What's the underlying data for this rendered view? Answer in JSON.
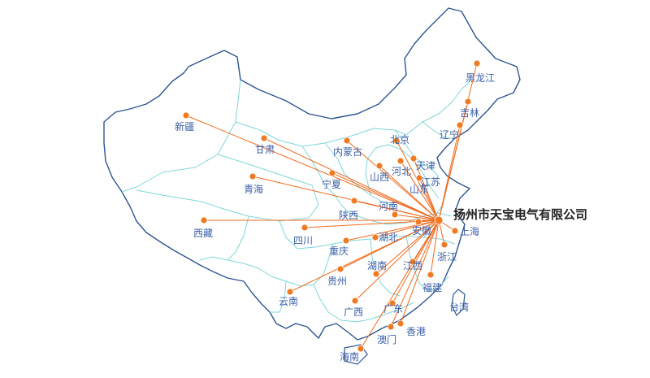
{
  "hub": {
    "name": "扬州市天宝电气有限公司"
  },
  "colors": {
    "route": "#f06a1e",
    "dot": "#f07a22",
    "outline": "#2e5590",
    "inner_border": "#7fd6d8",
    "label": "#3b5fa8"
  },
  "provinces": [
    {
      "id": "xinjiang",
      "name": "新疆"
    },
    {
      "id": "gansu",
      "name": "甘肃"
    },
    {
      "id": "neimenggu",
      "name": "内蒙古"
    },
    {
      "id": "beijing",
      "name": "北京"
    },
    {
      "id": "tianjin",
      "name": "天津"
    },
    {
      "id": "hebei",
      "name": "河北"
    },
    {
      "id": "shanxi",
      "name": "山西"
    },
    {
      "id": "ningxia",
      "name": "宁夏"
    },
    {
      "id": "qinghai",
      "name": "青海"
    },
    {
      "id": "shandong",
      "name": "山东"
    },
    {
      "id": "heilongjiang",
      "name": "黑龙江"
    },
    {
      "id": "jilin",
      "name": "吉林"
    },
    {
      "id": "liaoning",
      "name": "辽宁"
    },
    {
      "id": "shaanxi",
      "name": "陕西"
    },
    {
      "id": "henan",
      "name": "河南"
    },
    {
      "id": "xizang",
      "name": "西藏"
    },
    {
      "id": "sichuan",
      "name": "四川"
    },
    {
      "id": "hubei",
      "name": "湖北"
    },
    {
      "id": "anhui",
      "name": "安徽"
    },
    {
      "id": "shanghai",
      "name": "上海"
    },
    {
      "id": "zhejiang",
      "name": "浙江"
    },
    {
      "id": "chongqing",
      "name": "重庆"
    },
    {
      "id": "hunan",
      "name": "湖南"
    },
    {
      "id": "jiangxi",
      "name": "江西"
    },
    {
      "id": "guizhou",
      "name": "贵州"
    },
    {
      "id": "fujian",
      "name": "福建"
    },
    {
      "id": "yunnan",
      "name": "云南"
    },
    {
      "id": "guangxi",
      "name": "广西"
    },
    {
      "id": "guangdong",
      "name": "广东"
    },
    {
      "id": "taiwan",
      "name": "台湾"
    },
    {
      "id": "aomen",
      "name": "澳门"
    },
    {
      "id": "xianggang",
      "name": "香港"
    },
    {
      "id": "hainan",
      "name": "海南"
    }
  ],
  "extra_labels": [
    {
      "id": "jiangsu",
      "name": "江苏"
    }
  ]
}
